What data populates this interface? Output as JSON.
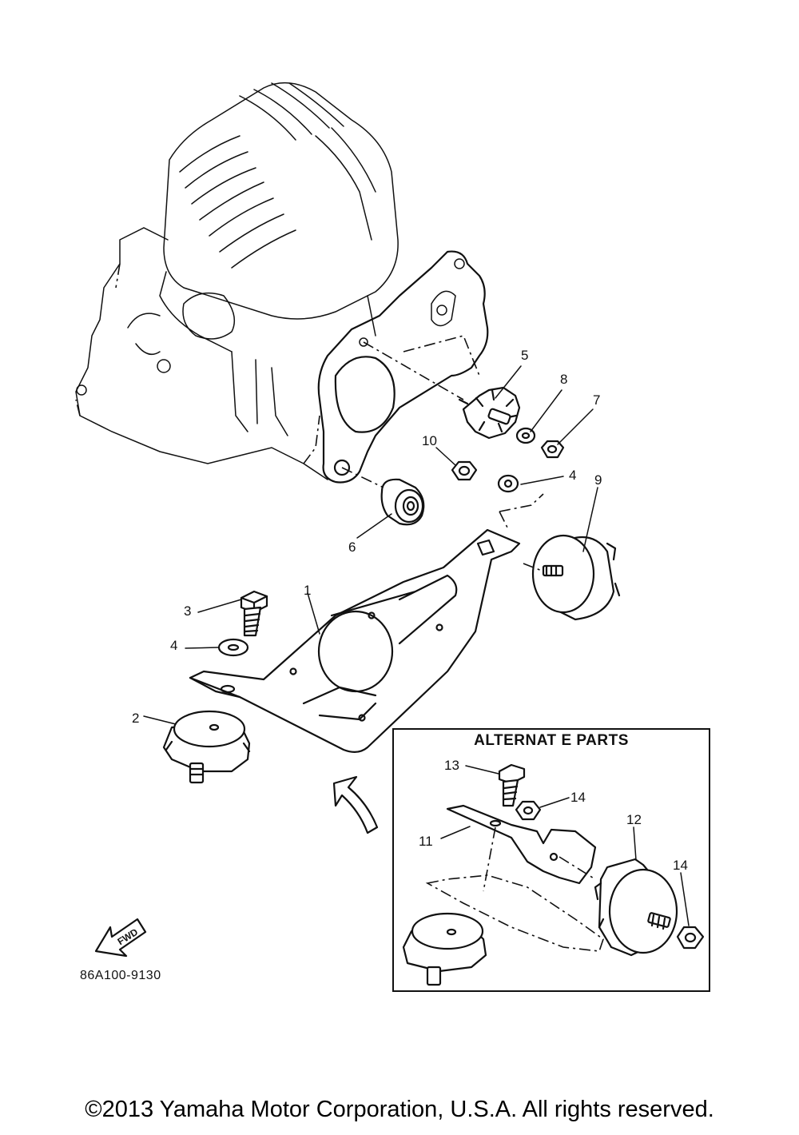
{
  "callouts": {
    "c1": "1",
    "c2": "2",
    "c3": "3",
    "c4a": "4",
    "c4b": "4",
    "c5": "5",
    "c6": "6",
    "c7": "7",
    "c8": "8",
    "c9": "9",
    "c10": "10",
    "c11": "11",
    "c12": "12",
    "c13": "13",
    "c14a": "14",
    "c14b": "14"
  },
  "alternate_parts_title": "ALTERNAT E PARTS",
  "fwd_label": "FWD",
  "diagram_number": "86A100-9130",
  "copyright": "©2013 Yamaha Motor Corporation, U.S.A. All rights reserved."
}
